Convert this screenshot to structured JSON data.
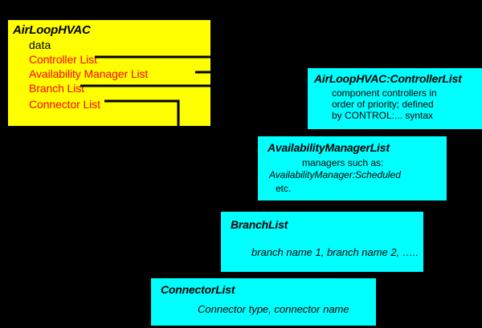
{
  "diagram": {
    "type": "object-relationship-diagram",
    "background_color": "#000000",
    "parent": {
      "name": "AirLoopHVAC",
      "fill_color": "#FFFF00",
      "title": "AirLoopHVAC",
      "data_label": "data",
      "fields": [
        {
          "label": "Controller List",
          "color": "#FF0000"
        },
        {
          "label": "Availability Manager List",
          "color": "#FF0000"
        },
        {
          "label": "Branch List",
          "color": "#FF0000"
        },
        {
          "label": "Connector List",
          "color": "#FF0000"
        }
      ]
    },
    "children": [
      {
        "id": "controllerlist",
        "fill_color": "#00FFFF",
        "title": "AirLoopHVAC:ControllerList",
        "lines": [
          {
            "text": "component controllers in",
            "italic": false
          },
          {
            "text": "order of priority; defined",
            "italic": false
          },
          {
            "text": "by CONTROL:... syntax",
            "italic": false
          }
        ]
      },
      {
        "id": "availabilitymanagerlist",
        "fill_color": "#00FFFF",
        "title": "AvailabilityManagerList",
        "lines": [
          {
            "text": "managers such as:",
            "italic": false
          },
          {
            "text": "AvailabilityManager:Scheduled",
            "italic": true
          },
          {
            "text": "etc.",
            "italic": false
          }
        ]
      },
      {
        "id": "branchlist",
        "fill_color": "#00FFFF",
        "title": "BranchList",
        "lines": [
          {
            "text": "branch name 1, branch name 2, …..",
            "italic": true
          }
        ]
      },
      {
        "id": "connectorlist",
        "fill_color": "#00FFFF",
        "title": "ConnectorList",
        "lines": [
          {
            "text": "Connector type, connector name",
            "italic": true
          }
        ]
      }
    ],
    "connectors": [
      {
        "from": "Controller List",
        "to": "AirLoopHVAC:ControllerList"
      },
      {
        "from": "Availability Manager List",
        "to": "AvailabilityManagerList"
      },
      {
        "from": "Branch List",
        "to": "BranchList"
      },
      {
        "from": "Connector List",
        "to": "ConnectorList"
      }
    ]
  }
}
